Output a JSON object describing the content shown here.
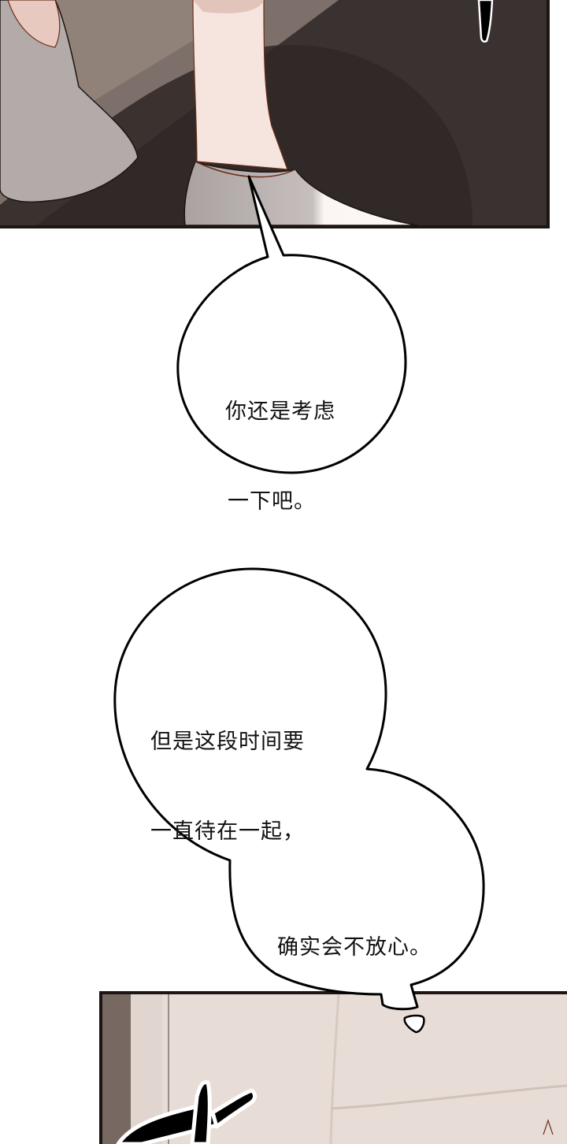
{
  "comic": {
    "panels": [
      {
        "id": "panel-1",
        "description": "feet-in-white-socks-on-dark-floor"
      },
      {
        "id": "panel-2",
        "description": "beige-wall-with-sound-effect"
      }
    ],
    "bubbles": [
      {
        "id": "bubble-1",
        "lines": [
          "你还是考虑",
          "一下吧。"
        ]
      },
      {
        "id": "bubble-2",
        "lines": [
          "但是这段时间要",
          "一直待在一起，"
        ]
      },
      {
        "id": "bubble-3",
        "lines": [
          "确实会不放心。"
        ]
      }
    ],
    "sfx": "sound-effect-brush-text"
  },
  "colors": {
    "floor_dark": "#3d3533",
    "floor_light": "#8a7c76",
    "sock": "#b9b2b0",
    "sock_highlight": "#fbf5f3",
    "skin": "#f1dcd6",
    "outline": "#1c1513",
    "wall": "#e6dbd4",
    "wall_shadow": "#7a6c66"
  }
}
